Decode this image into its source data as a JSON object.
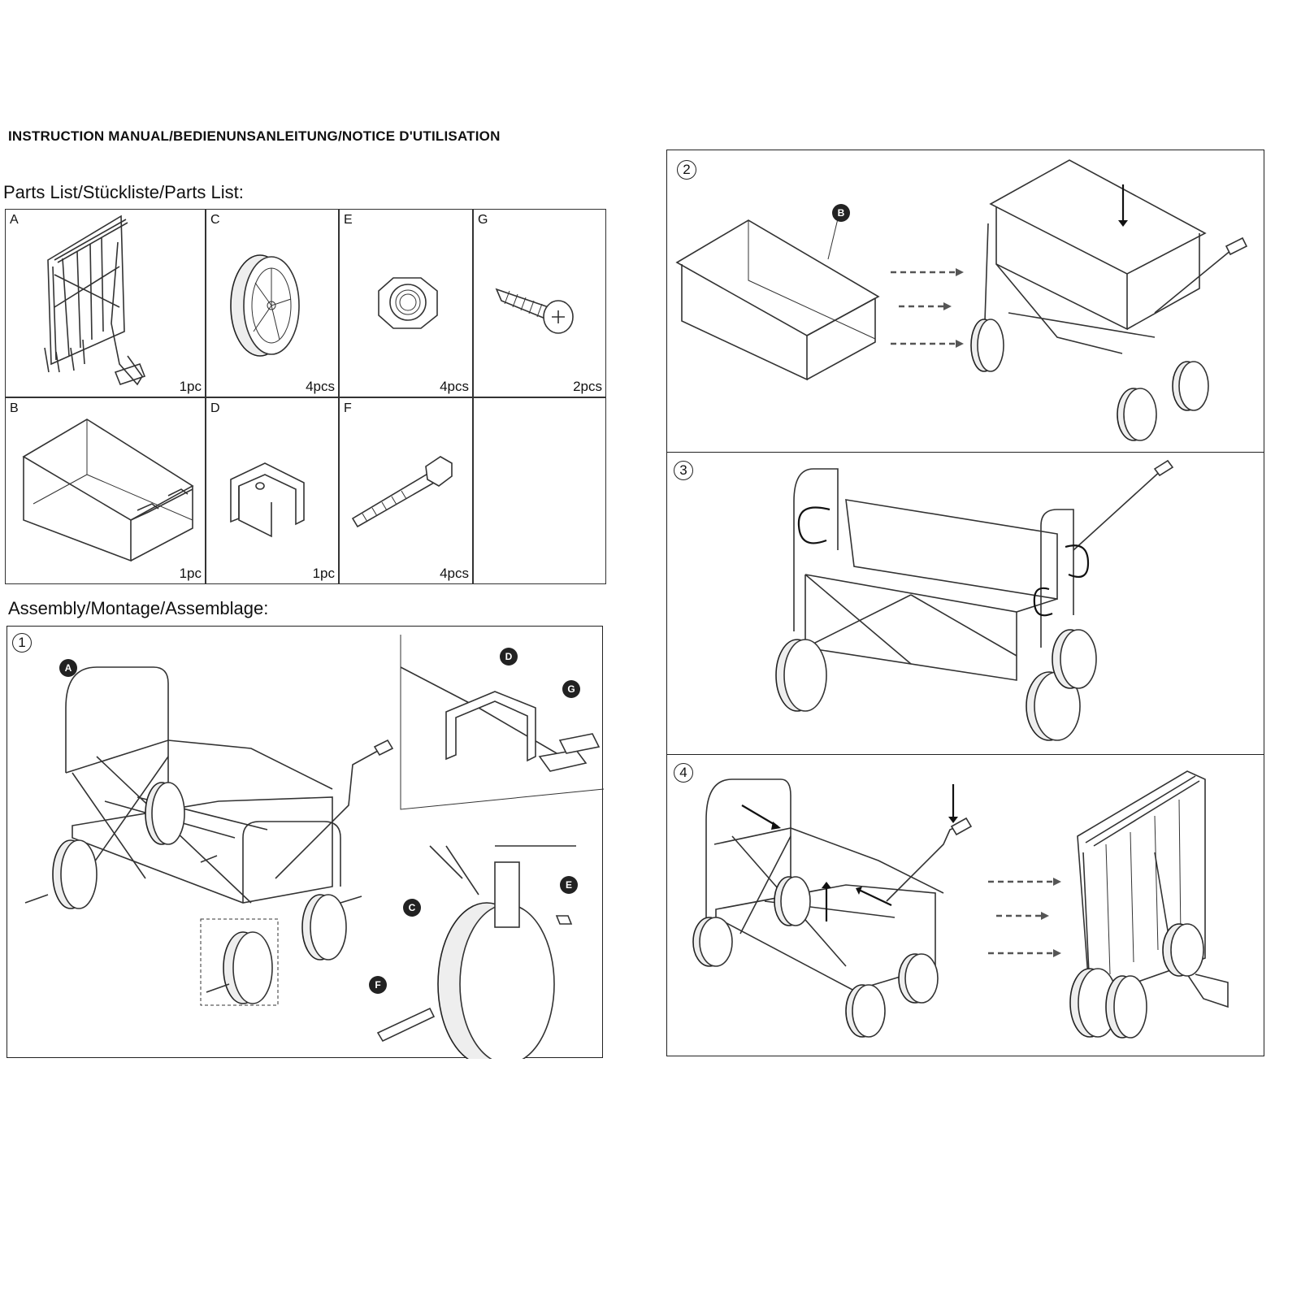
{
  "title": "INSTRUCTION MANUAL/BEDIENUNSANLEITUNG/NOTICE D'UTILISATION",
  "parts_heading": "Parts List/Stückliste/Parts List:",
  "assembly_heading": "Assembly/Montage/Assemblage:",
  "parts": [
    {
      "letter": "A",
      "qty": "1pc",
      "icon": "folded-wagon-frame-icon"
    },
    {
      "letter": "C",
      "qty": "4pcs",
      "icon": "wheel-icon"
    },
    {
      "letter": "E",
      "qty": "4pcs",
      "icon": "hex-nut-icon"
    },
    {
      "letter": "G",
      "qty": "2pcs",
      "icon": "screw-icon"
    },
    {
      "letter": "B",
      "qty": "1pc",
      "icon": "fabric-tub-icon"
    },
    {
      "letter": "D",
      "qty": "1pc",
      "icon": "clip-icon"
    },
    {
      "letter": "F",
      "qty": "4pcs",
      "icon": "bolt-icon"
    }
  ],
  "steps": [
    {
      "number": "1",
      "tags": [
        "A",
        "D",
        "G",
        "E",
        "C",
        "F"
      ]
    },
    {
      "number": "2",
      "tags": [
        "B"
      ]
    },
    {
      "number": "3",
      "tags": []
    },
    {
      "number": "4",
      "tags": []
    }
  ],
  "colors": {
    "line": "#333333",
    "tag": "#222222",
    "arrow_dash": "#555555"
  }
}
